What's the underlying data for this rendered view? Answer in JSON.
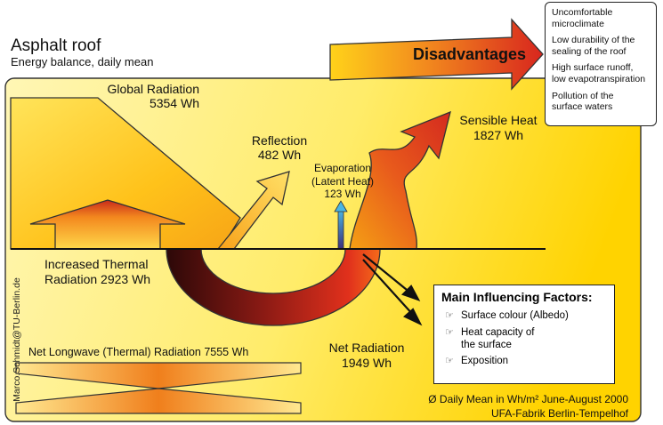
{
  "title": "Asphalt roof",
  "subtitle": "Energy balance, daily mean",
  "disadvantages": {
    "label": "Disadvantages",
    "items": [
      "Uncomfortable\nmicroclimate",
      "Low durability of the\nsealing of the roof",
      "High surface runoff,\nlow evapotranspiration",
      "Pollution of the\nsurface waters"
    ]
  },
  "flows": {
    "global_radiation": {
      "label": "Global Radiation",
      "value": "5354 Wh"
    },
    "reflection": {
      "label": "Reflection",
      "value": "482 Wh"
    },
    "evaporation": {
      "label": "Evaporation",
      "sub": "(Latent Heat)",
      "value": "123 Wh"
    },
    "sensible_heat": {
      "label": "Sensible Heat",
      "value": "1827 Wh"
    },
    "thermal_radiation": {
      "label": "Increased Thermal",
      "label2": "Radiation 2923 Wh"
    },
    "net_radiation": {
      "label": "Net Radiation",
      "value": "1949 Wh"
    },
    "net_longwave": {
      "label": "Net Longwave (Thermal) Radiation 7555 Wh"
    }
  },
  "factors": {
    "heading": "Main Influencing Factors:",
    "items": [
      "Surface colour (Albedo)",
      "Heat capacity of\nthe surface",
      "Exposition"
    ]
  },
  "footer": {
    "line1": "Ø Daily Mean in Wh/m² June-August 2000",
    "line2": "UFA-Fabrik Berlin-Tempelhof"
  },
  "credit": "Marco.Schmidt@TU-Berlin.de",
  "colors": {
    "panel_light": "#FFF6A8",
    "panel_dark": "#FFD400",
    "arrow_yellow": "#FFC400",
    "arrow_orange": "#F28A1E",
    "arrow_red": "#D6281E",
    "arc_dark": "#3A0C0C",
    "evap_blue": "#2E8BC0"
  }
}
